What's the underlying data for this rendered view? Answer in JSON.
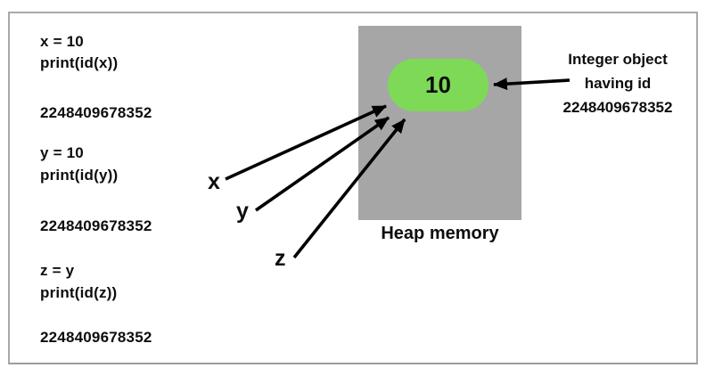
{
  "diagram": {
    "title": "python-integer-identity-diagram",
    "colors": {
      "heap_box": "#a6a6a6",
      "integer_object": "#7ed957",
      "frame_border": "#a9a9a9",
      "text": "#0d0d0d",
      "arrow": "#000000"
    }
  },
  "code_panel": {
    "lines": [
      "x = 10",
      "print(id(x))",
      "2248409678352",
      "y = 10",
      "print(id(y))",
      "2248409678352",
      "z = y",
      "print(id(z))",
      "2248409678352"
    ]
  },
  "heap": {
    "label": "Heap memory",
    "object_value": "10"
  },
  "pointers": [
    {
      "label": "x"
    },
    {
      "label": "y"
    },
    {
      "label": "z"
    }
  ],
  "annotation": {
    "lines": [
      "Integer object",
      "having id",
      "2248409678352"
    ]
  }
}
